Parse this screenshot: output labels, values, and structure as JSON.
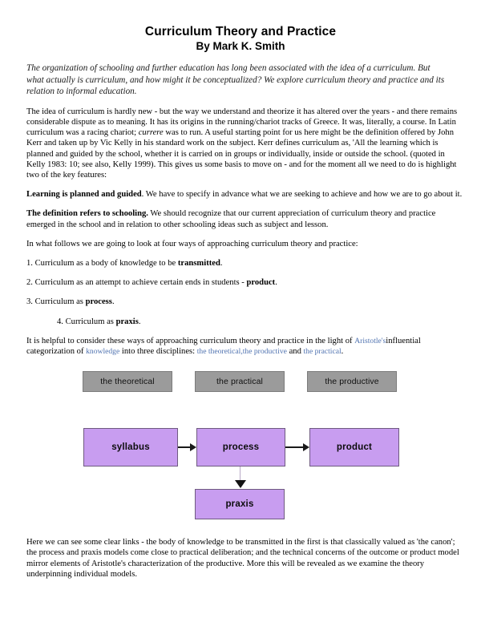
{
  "document": {
    "title": "Curriculum Theory and Practice",
    "author": "By Mark K. Smith",
    "abstract": "The organization of schooling and further education has long been associated with the idea of a curriculum. But what actually is curriculum, and how might it be conceptualized? We explore curriculum theory and practice and its relation to informal education.",
    "paragraph_1_a": "The idea of curriculum is hardly new - but the way we understand and theorize it has altered over the years - and there remains considerable dispute as to meaning. It has its origins in the running/chariot tracks of Greece. It was, literally, a course. In Latin curriculum was a racing chariot; ",
    "paragraph_1_italic": "currere",
    "paragraph_1_b": " was to run. A useful starting point for us here might be the definition offered by John Kerr and taken up by Vic Kelly in his standard work on the subject. Kerr defines curriculum as, 'All the learning which is planned and guided by the school, whether it is carried on in groups or individually, inside or outside the school. (quoted in Kelly 1983: 10; see also, Kelly 1999). This gives us some basis to move on - and for the moment all we need to do is highlight two of the key features:",
    "feature_1_bold": "Learning is planned and guided",
    "feature_1_rest": ". We have to specify in advance what we are seeking to achieve and how we are to go about it.",
    "feature_2_bold": "The definition refers to schooling.",
    "feature_2_rest": " We should recognize that our current appreciation of curriculum theory and practice emerged in the school and in relation to other schooling ideas such as subject and lesson.",
    "intro_list": "In what follows we are going to look at four ways of approaching curriculum theory and practice:",
    "list_items": [
      {
        "number": "1.",
        "text_before": " Curriculum as a body of knowledge to be ",
        "bold": "transmitted",
        "text_after": "."
      },
      {
        "number": "2.",
        "text_before": " Curriculum as an attempt to achieve certain ends in students - ",
        "bold": "product",
        "text_after": "."
      },
      {
        "number": "3.",
        "text_before": " Curriculum as ",
        "bold": "process",
        "text_after": "."
      },
      {
        "number": "4.",
        "text_before": " Curriculum as ",
        "bold": "praxis",
        "text_after": "."
      }
    ],
    "aristotle_para": {
      "part_1": "It is helpful to consider these ways of approaching curriculum theory and practice in the light of ",
      "link_aristotle": "Aristotle's",
      "part_2": "influential categorization of ",
      "link_knowledge": "knowledge",
      "part_3": " into three disciplines: ",
      "link_theoretical": "the theoretical,",
      "link_productive": "the productive",
      "part_4": " and ",
      "link_practical": "the practical",
      "part_5": "."
    },
    "closing": "Here we can see some clear links - the body of knowledge to be transmitted in the first is that classically valued as 'the canon'; the process and praxis models come close to practical deliberation; and the technical concerns of the outcome or product model mirror elements of Aristotle's characterization of the productive. More this will be revealed as we examine the theory underpinning individual models."
  },
  "diagram": {
    "gray_boxes": [
      {
        "label": "the theoretical"
      },
      {
        "label": "the practical"
      },
      {
        "label": "the productive"
      }
    ],
    "purple_boxes": [
      {
        "label": "syllabus"
      },
      {
        "label": "process"
      },
      {
        "label": "product"
      },
      {
        "label": "praxis"
      }
    ],
    "colors": {
      "gray_fill": "#9b9b9b",
      "purple_fill": "#c89df0",
      "arrow": "#1a1a1a",
      "link_blue": "#4f72b0"
    }
  }
}
